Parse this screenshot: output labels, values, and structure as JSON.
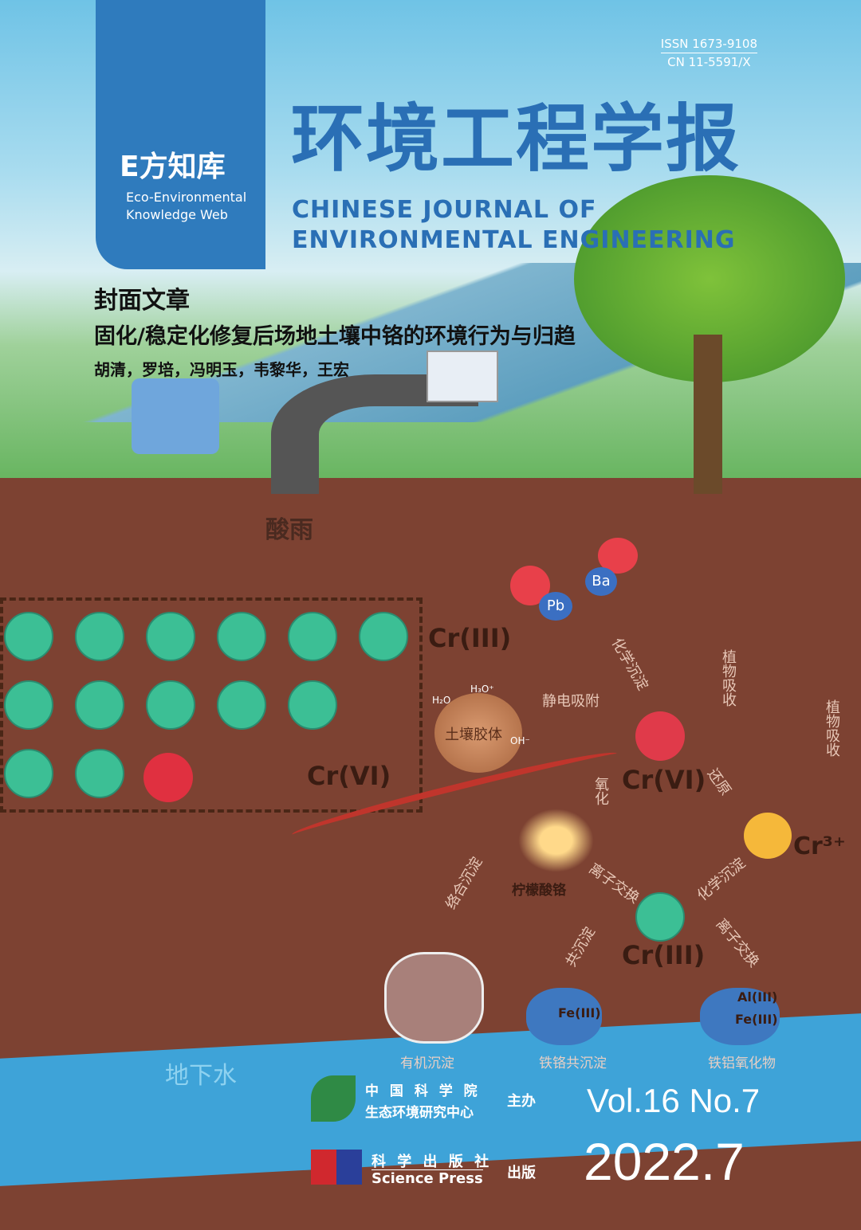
{
  "logo": {
    "name": "E方知库",
    "sub1": "Eco-Environmental",
    "sub2": "Knowledge Web"
  },
  "issn": "ISSN  1673-9108",
  "cn": "CN  11-5591/X",
  "title_cn": "环境工程学报",
  "title_en_1": "CHINESE JOURNAL OF",
  "title_en_2": "ENVIRONMENTAL ENGINEERING",
  "cover_article": {
    "heading": "封面文章",
    "title": "固化/稳定化修复后场地土壤中铬的环境行为与归趋",
    "authors": "胡清，罗培，冯明玉，韦黎华，王宏"
  },
  "diagram": {
    "acid_rain": "酸雨",
    "cr3_top": "Cr(III)",
    "cr6_left": "Cr(VI)",
    "pb": "Pb",
    "ba": "Ba",
    "colloid": "土壤胶体",
    "h2o": "H₂O",
    "h3o": "H₃O⁺",
    "oh": "OH⁻",
    "electrostatic": "静电吸附",
    "chem_precip": "化学沉淀",
    "plant_uptake_1": "植物吸收",
    "plant_uptake_2": "植物吸收",
    "cr6_center": "Cr(VI)",
    "oxidation": "氧化",
    "reduction": "还原",
    "cr3plus": "Cr³⁺",
    "chromium_citrate": "柠檬酸铬",
    "ion_exchange_1": "离子交换",
    "chem_precip_2": "化学沉淀",
    "complex_precip": "络合沉淀",
    "coprecip": "共沉淀",
    "ion_exchange_2": "离子交换",
    "cr3_center": "Cr(III)",
    "organic_precip": "有机沉淀",
    "fe_cr_coprecip": "铁铬共沉淀",
    "fe_al_oxide": "铁铝氧化物",
    "fe3": "Fe(III)",
    "al3": "Al(III)",
    "groundwater": "地下水"
  },
  "footer": {
    "cas1": "中 国 科 学 院",
    "cas2": "生态环境研究中心",
    "host": "主办",
    "press_cn": "科 学 出 版 社",
    "press_en": "Science Press",
    "publish": "出版",
    "volume": "Vol.16 No.7",
    "date": "2022.7"
  }
}
